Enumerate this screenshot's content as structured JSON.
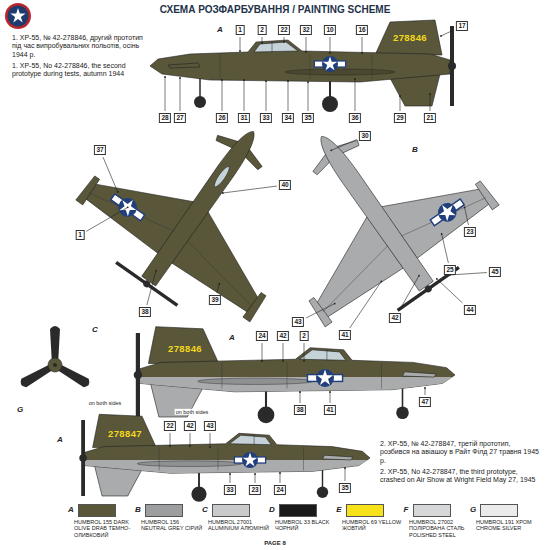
{
  "diagram": {
    "title": "СХЕМА РОЗФАРБУВАННЯ / PAINTING SCHEME",
    "labels": [
      "1. XP-55, № 42-278846, другий прототип під час випробувальних польотів, осінь 1944 р.",
      "1. XP-55, No 42-278846, the second prototype during tests, autumn 1944",
      "2. XP-55, № 42-278847, третій прототип, розбився на авіашоу в Райт Філд 27 травня 1945 р.",
      "2. XP-55, No 42-278847, the third prototype, crashed on Air Show at Wright Field May 27, 1945",
      "278846",
      "278846",
      "278847",
      "PAGE 8",
      "A",
      "B",
      "C",
      "D",
      "E",
      "F",
      "G",
      "1",
      "2",
      "22",
      "32",
      "10",
      "16",
      "17",
      "28",
      "27",
      "26",
      "31",
      "33",
      "34",
      "35",
      "29",
      "21",
      "36",
      "1",
      "38",
      "39",
      "40",
      "37",
      "23",
      "25",
      "42",
      "43",
      "44",
      "45",
      "41",
      "30",
      "24",
      "42",
      "2",
      "47",
      "38",
      "41",
      "22",
      "42",
      "43",
      "33",
      "23",
      "24",
      "35",
      "on both sides",
      "on both sides",
      "A",
      "B",
      "A",
      "C",
      "G",
      "A"
    ],
    "legend": [
      {
        "text": "HUMBROL 155 DARK OLIVE DRAB ТЕМНО-ОЛИВКОВИЙ",
        "color": "#59563a"
      },
      {
        "text": "HUMBROL 156 NEUTRAL GREY СІРИЙ",
        "color": "#9c9e9f"
      },
      {
        "text": "HUMBROL 27001 ALUMINIUM АЛЮМІНІЙ",
        "color": "#c9cacb"
      },
      {
        "text": "HUMBROL 33 BLACK ЧОРНИЙ",
        "color": "#1a1a1a"
      },
      {
        "text": "HUMBROL 69 YELLOW ЖОВТИЙ",
        "color": "#f7e21a"
      },
      {
        "text": "HUMBROL 27002 ПОЛІРОВАНА СТАЛЬ POLISHED STEEL",
        "color": "#d6d7d8"
      },
      {
        "text": "HUMBROL 191 ХРОМ CHROME SILVER",
        "color": "#ebebeb"
      }
    ]
  }
}
